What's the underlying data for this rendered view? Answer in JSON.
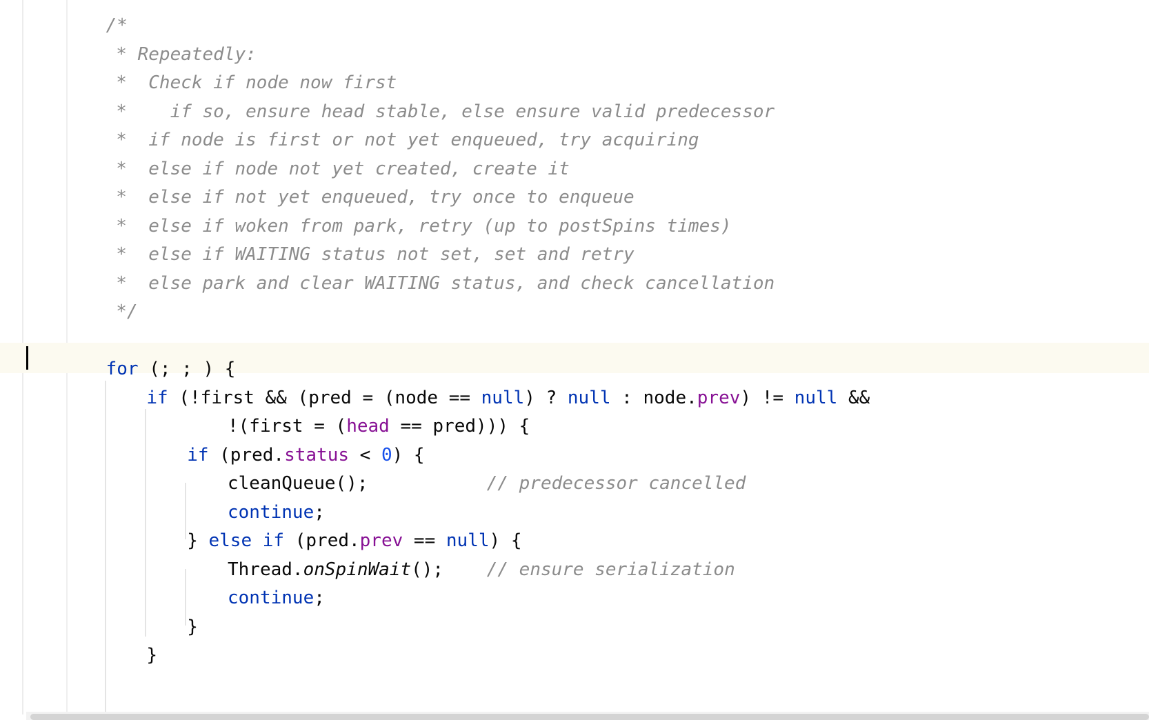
{
  "editor": {
    "language": "java",
    "lines": [
      {
        "indent": "        ",
        "tokens": [
          {
            "t": "/*",
            "c": "comment"
          }
        ]
      },
      {
        "indent": "         ",
        "tokens": [
          {
            "t": "* Repeatedly:",
            "c": "comment"
          }
        ]
      },
      {
        "indent": "         ",
        "tokens": [
          {
            "t": "*  Check if node now first",
            "c": "comment"
          }
        ]
      },
      {
        "indent": "         ",
        "tokens": [
          {
            "t": "*    if so, ensure head stable, else ensure valid predecessor",
            "c": "comment"
          }
        ]
      },
      {
        "indent": "         ",
        "tokens": [
          {
            "t": "*  if node is first or not yet enqueued, try acquiring",
            "c": "comment"
          }
        ]
      },
      {
        "indent": "         ",
        "tokens": [
          {
            "t": "*  else if node not yet created, create it",
            "c": "comment"
          }
        ]
      },
      {
        "indent": "         ",
        "tokens": [
          {
            "t": "*  else if not yet enqueued, try once to enqueue",
            "c": "comment"
          }
        ]
      },
      {
        "indent": "         ",
        "tokens": [
          {
            "t": "*  else if woken from park, retry (up to postSpins times)",
            "c": "comment"
          }
        ]
      },
      {
        "indent": "         ",
        "tokens": [
          {
            "t": "*  else if WAITING status not set, set and retry",
            "c": "comment"
          }
        ]
      },
      {
        "indent": "         ",
        "tokens": [
          {
            "t": "*  else park and clear WAITING status, and check cancellation",
            "c": "comment"
          }
        ]
      },
      {
        "indent": "         ",
        "tokens": [
          {
            "t": "*/",
            "c": "comment"
          }
        ]
      },
      {
        "indent": "",
        "tokens": []
      },
      {
        "indent": "        ",
        "tokens": [
          {
            "t": "for",
            "c": "kw"
          },
          {
            "t": " (; ; ) {",
            "c": "plain"
          }
        ]
      },
      {
        "indent": "            ",
        "tokens": [
          {
            "t": "if",
            "c": "kw"
          },
          {
            "t": " (!first && (pred = (node == ",
            "c": "plain"
          },
          {
            "t": "null",
            "c": "kw"
          },
          {
            "t": ") ? ",
            "c": "plain"
          },
          {
            "t": "null",
            "c": "kw"
          },
          {
            "t": " : node.",
            "c": "plain"
          },
          {
            "t": "prev",
            "c": "field"
          },
          {
            "t": ") != ",
            "c": "plain"
          },
          {
            "t": "null",
            "c": "kw"
          },
          {
            "t": " &&",
            "c": "plain"
          }
        ]
      },
      {
        "indent": "                    ",
        "tokens": [
          {
            "t": "!(first = (",
            "c": "plain"
          },
          {
            "t": "head",
            "c": "field"
          },
          {
            "t": " == pred))) {",
            "c": "plain"
          }
        ]
      },
      {
        "indent": "                ",
        "tokens": [
          {
            "t": "if",
            "c": "kw"
          },
          {
            "t": " (pred.",
            "c": "plain"
          },
          {
            "t": "status",
            "c": "field"
          },
          {
            "t": " < ",
            "c": "plain"
          },
          {
            "t": "0",
            "c": "num"
          },
          {
            "t": ") {",
            "c": "plain"
          }
        ]
      },
      {
        "indent": "                    ",
        "tokens": [
          {
            "t": "cleanQueue();           ",
            "c": "plain"
          },
          {
            "t": "// predecessor cancelled",
            "c": "comment"
          }
        ]
      },
      {
        "indent": "                    ",
        "tokens": [
          {
            "t": "continue",
            "c": "kw"
          },
          {
            "t": ";",
            "c": "plain"
          }
        ]
      },
      {
        "indent": "                ",
        "tokens": [
          {
            "t": "} ",
            "c": "plain"
          },
          {
            "t": "else if",
            "c": "kw"
          },
          {
            "t": " (pred.",
            "c": "plain"
          },
          {
            "t": "prev",
            "c": "field"
          },
          {
            "t": " == ",
            "c": "plain"
          },
          {
            "t": "null",
            "c": "kw"
          },
          {
            "t": ") {",
            "c": "plain"
          }
        ]
      },
      {
        "indent": "                    ",
        "tokens": [
          {
            "t": "Thread.",
            "c": "plain"
          },
          {
            "t": "onSpinWait",
            "c": "method-static"
          },
          {
            "t": "();    ",
            "c": "plain"
          },
          {
            "t": "// ensure serialization",
            "c": "comment"
          }
        ]
      },
      {
        "indent": "                    ",
        "tokens": [
          {
            "t": "continue",
            "c": "kw"
          },
          {
            "t": ";",
            "c": "plain"
          }
        ]
      },
      {
        "indent": "                ",
        "tokens": [
          {
            "t": "}",
            "c": "plain"
          }
        ]
      },
      {
        "indent": "            ",
        "tokens": [
          {
            "t": "}",
            "c": "plain"
          }
        ]
      }
    ],
    "current_line_index": 11
  }
}
